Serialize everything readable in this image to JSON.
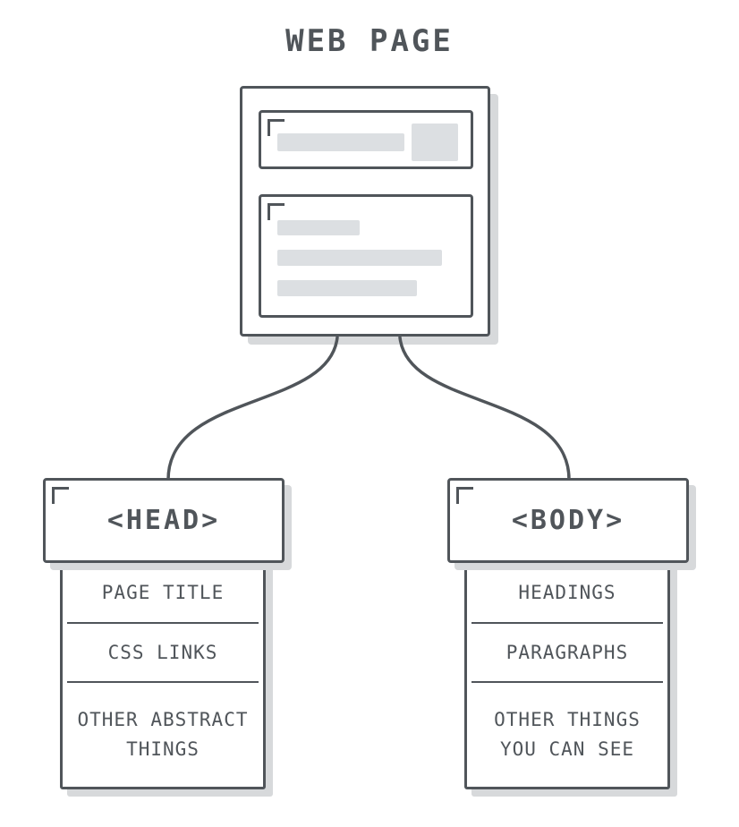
{
  "title": "WEB PAGE",
  "colors": {
    "ink": "#50555a",
    "bar": "#dcdfe2",
    "shadow": "#d7d9db",
    "paper": "#ffffff"
  },
  "head": {
    "label": "<HEAD>",
    "items": [
      "PAGE TITLE",
      "CSS LINKS",
      "OTHER ABSTRACT\nTHINGS"
    ]
  },
  "body": {
    "label": "<BODY>",
    "items": [
      "HEADINGS",
      "PARAGRAPHS",
      "OTHER THINGS\nYOU CAN SEE"
    ]
  }
}
